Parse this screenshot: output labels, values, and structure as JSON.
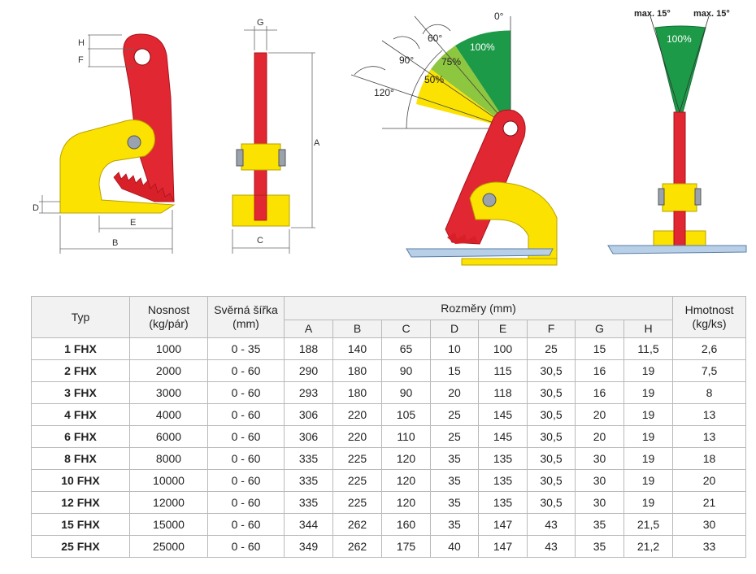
{
  "figure_labels": {
    "side_view": {
      "H": "H",
      "F": "F",
      "D": "D",
      "E": "E",
      "B": "B"
    },
    "front_view": {
      "G": "G",
      "A": "A",
      "C": "C"
    },
    "angles": {
      "deg0": "0°",
      "deg60": "60°",
      "deg90": "90°",
      "deg120": "120°",
      "pct100": "100%",
      "pct75": "75%",
      "pct50": "50%"
    },
    "tilt": {
      "left": "max. 15°",
      "right": "max. 15°",
      "pct100": "100%"
    }
  },
  "colors": {
    "red": "#e12731",
    "yellow": "#fbe200",
    "green": "#1d9a48",
    "lightgreen": "#8dc63f",
    "plate": "#b8cfe8"
  },
  "table": {
    "headers": {
      "typ": "Typ",
      "nosnost": [
        "Nosnost",
        "(kg/pár)"
      ],
      "sirka": [
        "Svěrná šířka",
        "(mm)"
      ],
      "rozmery": "Rozměry (mm)",
      "hmotnost": [
        "Hmotnost",
        "(kg/ks)"
      ],
      "dims": [
        "A",
        "B",
        "C",
        "D",
        "E",
        "F",
        "G",
        "H"
      ]
    },
    "rows": [
      [
        "1 FHX",
        "1000",
        "0 - 35",
        "188",
        "140",
        "65",
        "10",
        "100",
        "25",
        "15",
        "11,5",
        "2,6"
      ],
      [
        "2 FHX",
        "2000",
        "0 - 60",
        "290",
        "180",
        "90",
        "15",
        "115",
        "30,5",
        "16",
        "19",
        "7,5"
      ],
      [
        "3 FHX",
        "3000",
        "0 - 60",
        "293",
        "180",
        "90",
        "20",
        "118",
        "30,5",
        "16",
        "19",
        "8"
      ],
      [
        "4 FHX",
        "4000",
        "0 - 60",
        "306",
        "220",
        "105",
        "25",
        "145",
        "30,5",
        "20",
        "19",
        "13"
      ],
      [
        "6 FHX",
        "6000",
        "0 - 60",
        "306",
        "220",
        "110",
        "25",
        "145",
        "30,5",
        "20",
        "19",
        "13"
      ],
      [
        "8 FHX",
        "8000",
        "0 - 60",
        "335",
        "225",
        "120",
        "35",
        "135",
        "30,5",
        "30",
        "19",
        "18"
      ],
      [
        "10 FHX",
        "10000",
        "0 - 60",
        "335",
        "225",
        "120",
        "35",
        "135",
        "30,5",
        "30",
        "19",
        "20"
      ],
      [
        "12 FHX",
        "12000",
        "0 - 60",
        "335",
        "225",
        "120",
        "35",
        "135",
        "30,5",
        "30",
        "19",
        "21"
      ],
      [
        "15 FHX",
        "15000",
        "0 - 60",
        "344",
        "262",
        "160",
        "35",
        "147",
        "43",
        "35",
        "21,5",
        "30"
      ],
      [
        "25 FHX",
        "25000",
        "0 - 60",
        "349",
        "262",
        "175",
        "40",
        "147",
        "43",
        "35",
        "21,2",
        "33"
      ]
    ]
  }
}
